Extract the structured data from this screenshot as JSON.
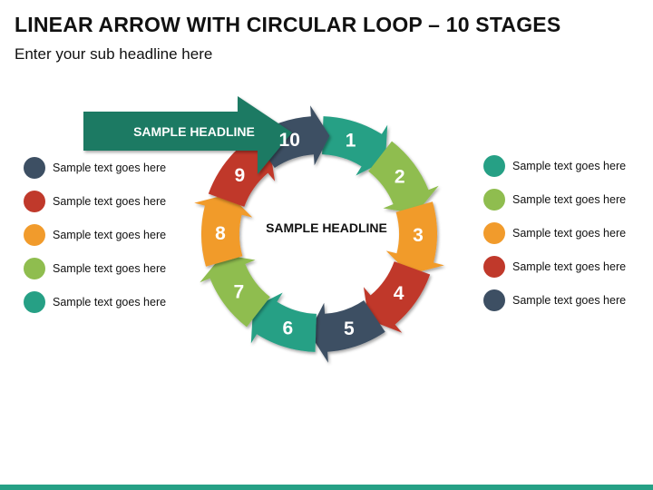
{
  "title": "LINEAR ARROW WITH CIRCULAR LOOP – 10 STAGES",
  "subtitle": "Enter your sub headline here",
  "arrow_headline": "SAMPLE HEADLINE",
  "center_headline": "SAMPLE HEADLINE",
  "colors": {
    "teal": "#26a085",
    "green": "#8fbd4f",
    "orange": "#f19b2c",
    "red": "#c0392b",
    "navy": "#3d4f63",
    "arrow_dark": "#1a7a63"
  },
  "stages": [
    {
      "label": "1",
      "color": "#26a085"
    },
    {
      "label": "2",
      "color": "#8fbd4f"
    },
    {
      "label": "3",
      "color": "#f19b2c"
    },
    {
      "label": "4",
      "color": "#c0392b"
    },
    {
      "label": "5",
      "color": "#3d4f63"
    },
    {
      "label": "6",
      "color": "#26a085"
    },
    {
      "label": "7",
      "color": "#8fbd4f"
    },
    {
      "label": "8",
      "color": "#f19b2c"
    },
    {
      "label": "9",
      "color": "#c0392b"
    },
    {
      "label": "10",
      "color": "#3d4f63"
    }
  ],
  "legend_left": [
    {
      "text": "Sample text goes here",
      "color": "#3d4f63"
    },
    {
      "text": "Sample text goes here",
      "color": "#c0392b"
    },
    {
      "text": "Sample text goes here",
      "color": "#f19b2c"
    },
    {
      "text": "Sample text goes here",
      "color": "#8fbd4f"
    },
    {
      "text": "Sample text goes here",
      "color": "#26a085"
    }
  ],
  "legend_right": [
    {
      "text": "Sample text goes here",
      "color": "#26a085"
    },
    {
      "text": "Sample text goes here",
      "color": "#8fbd4f"
    },
    {
      "text": "Sample text goes here",
      "color": "#f19b2c"
    },
    {
      "text": "Sample text goes here",
      "color": "#c0392b"
    },
    {
      "text": "Sample text goes here",
      "color": "#3d4f63"
    }
  ]
}
